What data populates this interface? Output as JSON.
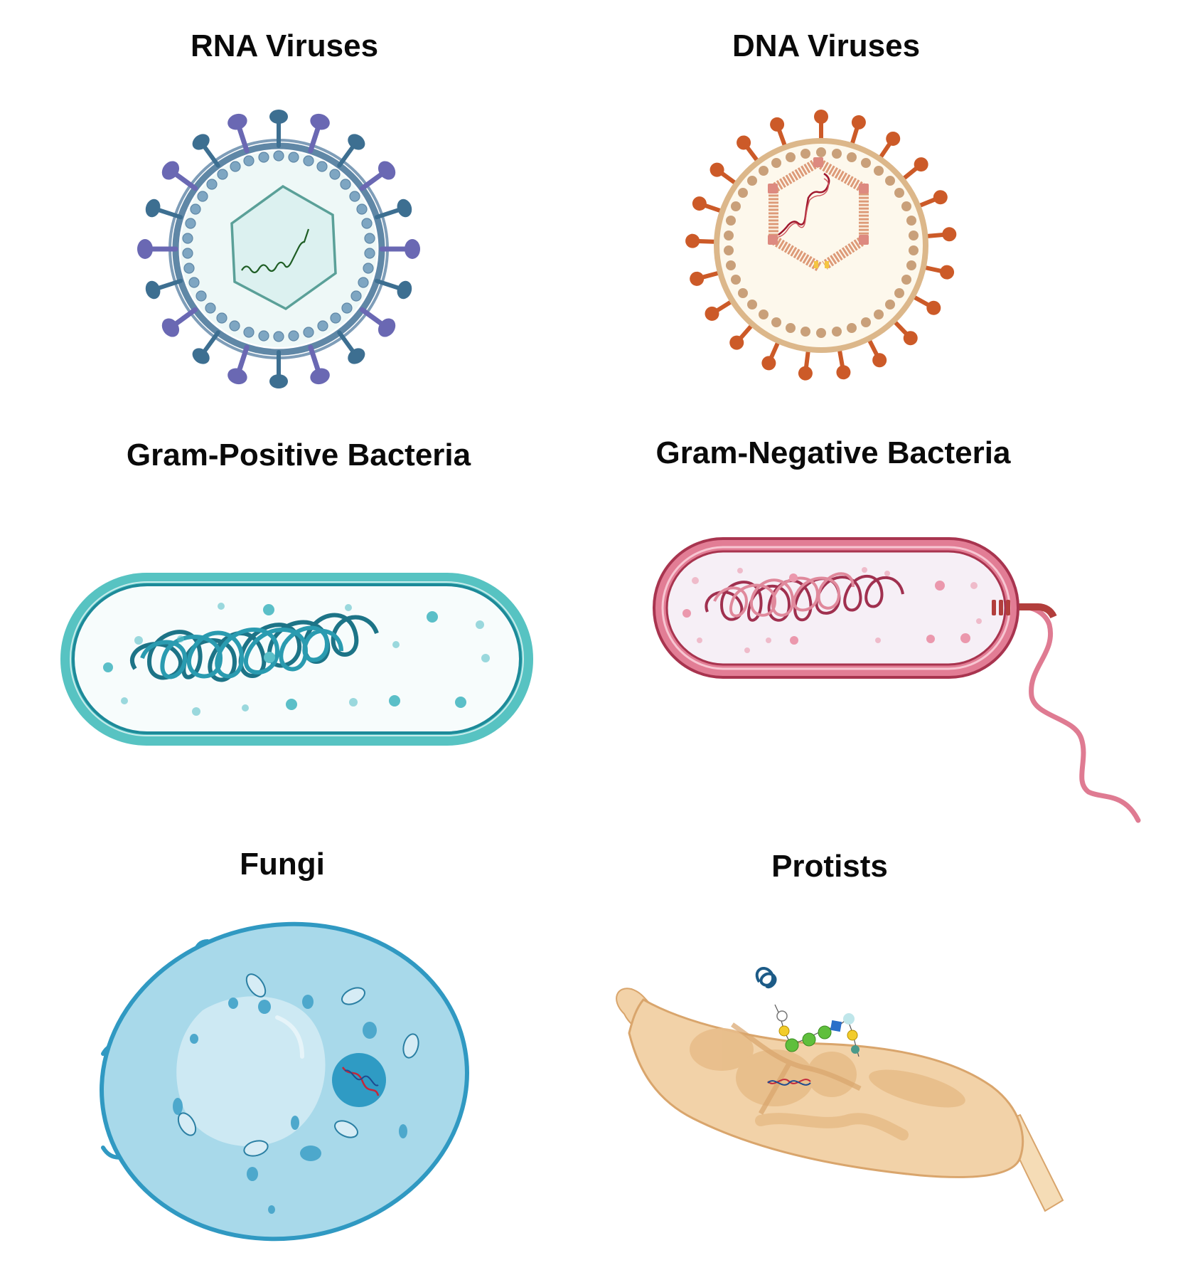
{
  "panels": [
    {
      "id": "rna",
      "title": "RNA Viruses",
      "colors": {
        "envelope": "#5f87a6",
        "capsid": "#2f8c86",
        "spike_a": "#3d6f91",
        "spike_b": "#6a68b3",
        "genome": "#1f5e25",
        "matrix": "#7ea6c2",
        "interior": "#eef8f7"
      }
    },
    {
      "id": "dna",
      "title": "DNA Viruses",
      "colors": {
        "envelope": "#dcb78a",
        "spike": "#cc5a28",
        "matrix": "#c9a07a",
        "capsid": "#dd9a78",
        "genome": "#a0182e",
        "interior": "#fdf8ec"
      }
    },
    {
      "id": "gram-positive",
      "title": "Gram-Positive Bacteria",
      "colors": {
        "wall": "#57c3c2",
        "membrane": "#1d8a99",
        "nucleoid": "#1d7487",
        "ribosome": "#5bbfc8",
        "cytoplasm": "#f7fcfc"
      }
    },
    {
      "id": "gram-negative",
      "title": "Gram-Negative Bacteria",
      "colors": {
        "outer": "#a8344f",
        "wall": "#e27d95",
        "nucleoid": "#a0304f",
        "ribosome": "#eb98ad",
        "cytoplasm": "#f6eff6",
        "flagellum": "#df7b92",
        "motor": "#b23e3c"
      }
    },
    {
      "id": "fungi",
      "title": "Fungi",
      "colors": {
        "membrane": "#3099c2",
        "cytoplasm": "#a8d9ea",
        "vacuole": "#cde9f3",
        "nucleus": "#2f9bc4",
        "organelle": "#4da8cc"
      }
    },
    {
      "id": "protists",
      "title": "Protists",
      "colors": {
        "body": "#f2d2a8",
        "outline": "#d9a56c",
        "organ": "#e8bd8a",
        "tail": "#f5dcb6",
        "glycan_green": "#5fbf3c",
        "glycan_yellow": "#f2cc2b",
        "glycan_blue": "#2a6fc9",
        "protein": "#1d5b87"
      }
    }
  ]
}
